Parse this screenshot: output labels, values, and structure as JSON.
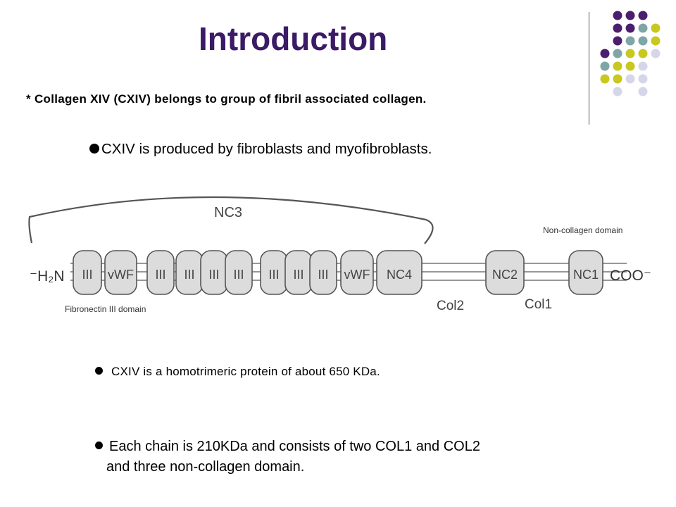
{
  "slide": {
    "title": "Introduction",
    "subtitle": "* Collagen XIV (CXIV) belongs to group of fibril associated collagen.",
    "bullet1": "CXIV is produced by fibroblasts and myofibroblasts.",
    "bullet2": "CXIV is a homotrimeric protein of about 650 KDa.",
    "bullet3_line1": "Each chain is 210KDa and consists of two COL1 and COL2",
    "bullet3_line2": "and three non-collagen domain."
  },
  "diagram": {
    "nc3_label": "NC3",
    "n_terminus": "⁻H₂N",
    "c_terminus": "COO⁻",
    "domains": [
      "III",
      "vWF",
      "III",
      "III",
      "III",
      "III",
      "III",
      "III",
      "III",
      "vWF",
      "NC4",
      "NC2",
      "NC1"
    ],
    "col2_label": "Col2",
    "col1_label": "Col1",
    "fibronectin_label": "Fibronectin III domain",
    "noncollagen_label": "Non-collagen domain"
  },
  "decoration": {
    "dot_colors": {
      "purple": "#4b1e6e",
      "teal": "#7fa6a6",
      "olive": "#c8c81e",
      "lavender": "#d6d6ea"
    }
  }
}
